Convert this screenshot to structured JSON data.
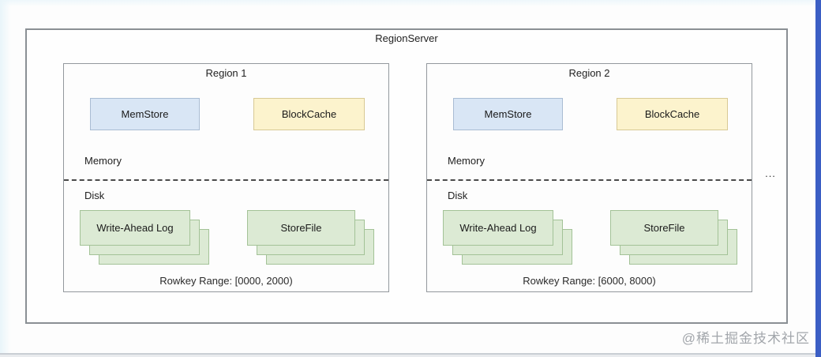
{
  "diagram": {
    "title": "RegionServer",
    "ellipsis": "...",
    "regions": [
      {
        "title": "Region 1",
        "memstore": "MemStore",
        "blockcache": "BlockCache",
        "memory_label": "Memory",
        "disk_label": "Disk",
        "wal": "Write-Ahead Log",
        "storefile": "StoreFile",
        "rowkey_range": "Rowkey Range: [0000, 2000)"
      },
      {
        "title": "Region 2",
        "memstore": "MemStore",
        "blockcache": "BlockCache",
        "memory_label": "Memory",
        "disk_label": "Disk",
        "wal": "Write-Ahead Log",
        "storefile": "StoreFile",
        "rowkey_range": "Rowkey Range: [6000, 8000)"
      }
    ]
  },
  "watermark": "@稀土掘金技术社区",
  "colors": {
    "memstore_bg": "#d9e6f5",
    "memstore_border": "#a9bcd3",
    "blockcache_bg": "#fcf3cd",
    "blockcache_border": "#d8c994",
    "file_bg": "#dcead4",
    "file_border": "#a3c297",
    "accent_bar": "#3b5ec4"
  }
}
